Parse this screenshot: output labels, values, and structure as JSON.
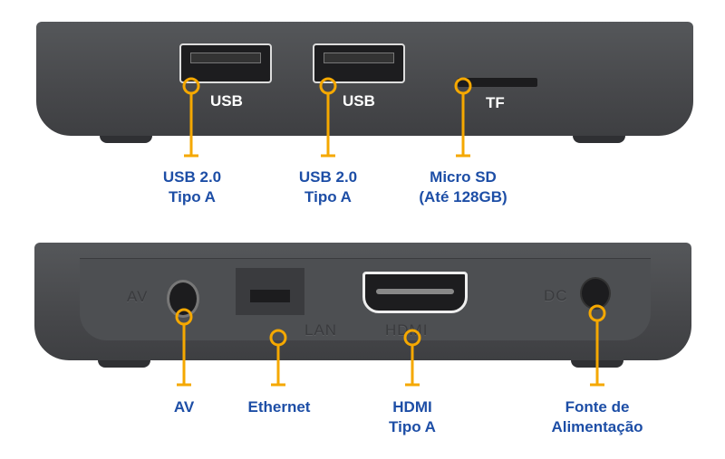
{
  "colors": {
    "device": "#4a4b4d",
    "callout": "#f5a800",
    "label": "#1d4ea6"
  },
  "top_panel": {
    "port_labels": [
      "USB",
      "USB",
      "TF"
    ],
    "callouts": [
      {
        "line1": "USB 2.0",
        "line2": "Tipo A"
      },
      {
        "line1": "USB 2.0",
        "line2": "Tipo A"
      },
      {
        "line1": "Micro SD",
        "line2": "(Até 128GB)"
      }
    ]
  },
  "bottom_panel": {
    "port_labels": [
      "AV",
      "LAN",
      "HDMI",
      "DC"
    ],
    "callouts": [
      {
        "line1": "AV",
        "line2": ""
      },
      {
        "line1": "Ethernet",
        "line2": ""
      },
      {
        "line1": "HDMI",
        "line2": "Tipo A"
      },
      {
        "line1": "Fonte de",
        "line2": "Alimentação"
      }
    ]
  }
}
